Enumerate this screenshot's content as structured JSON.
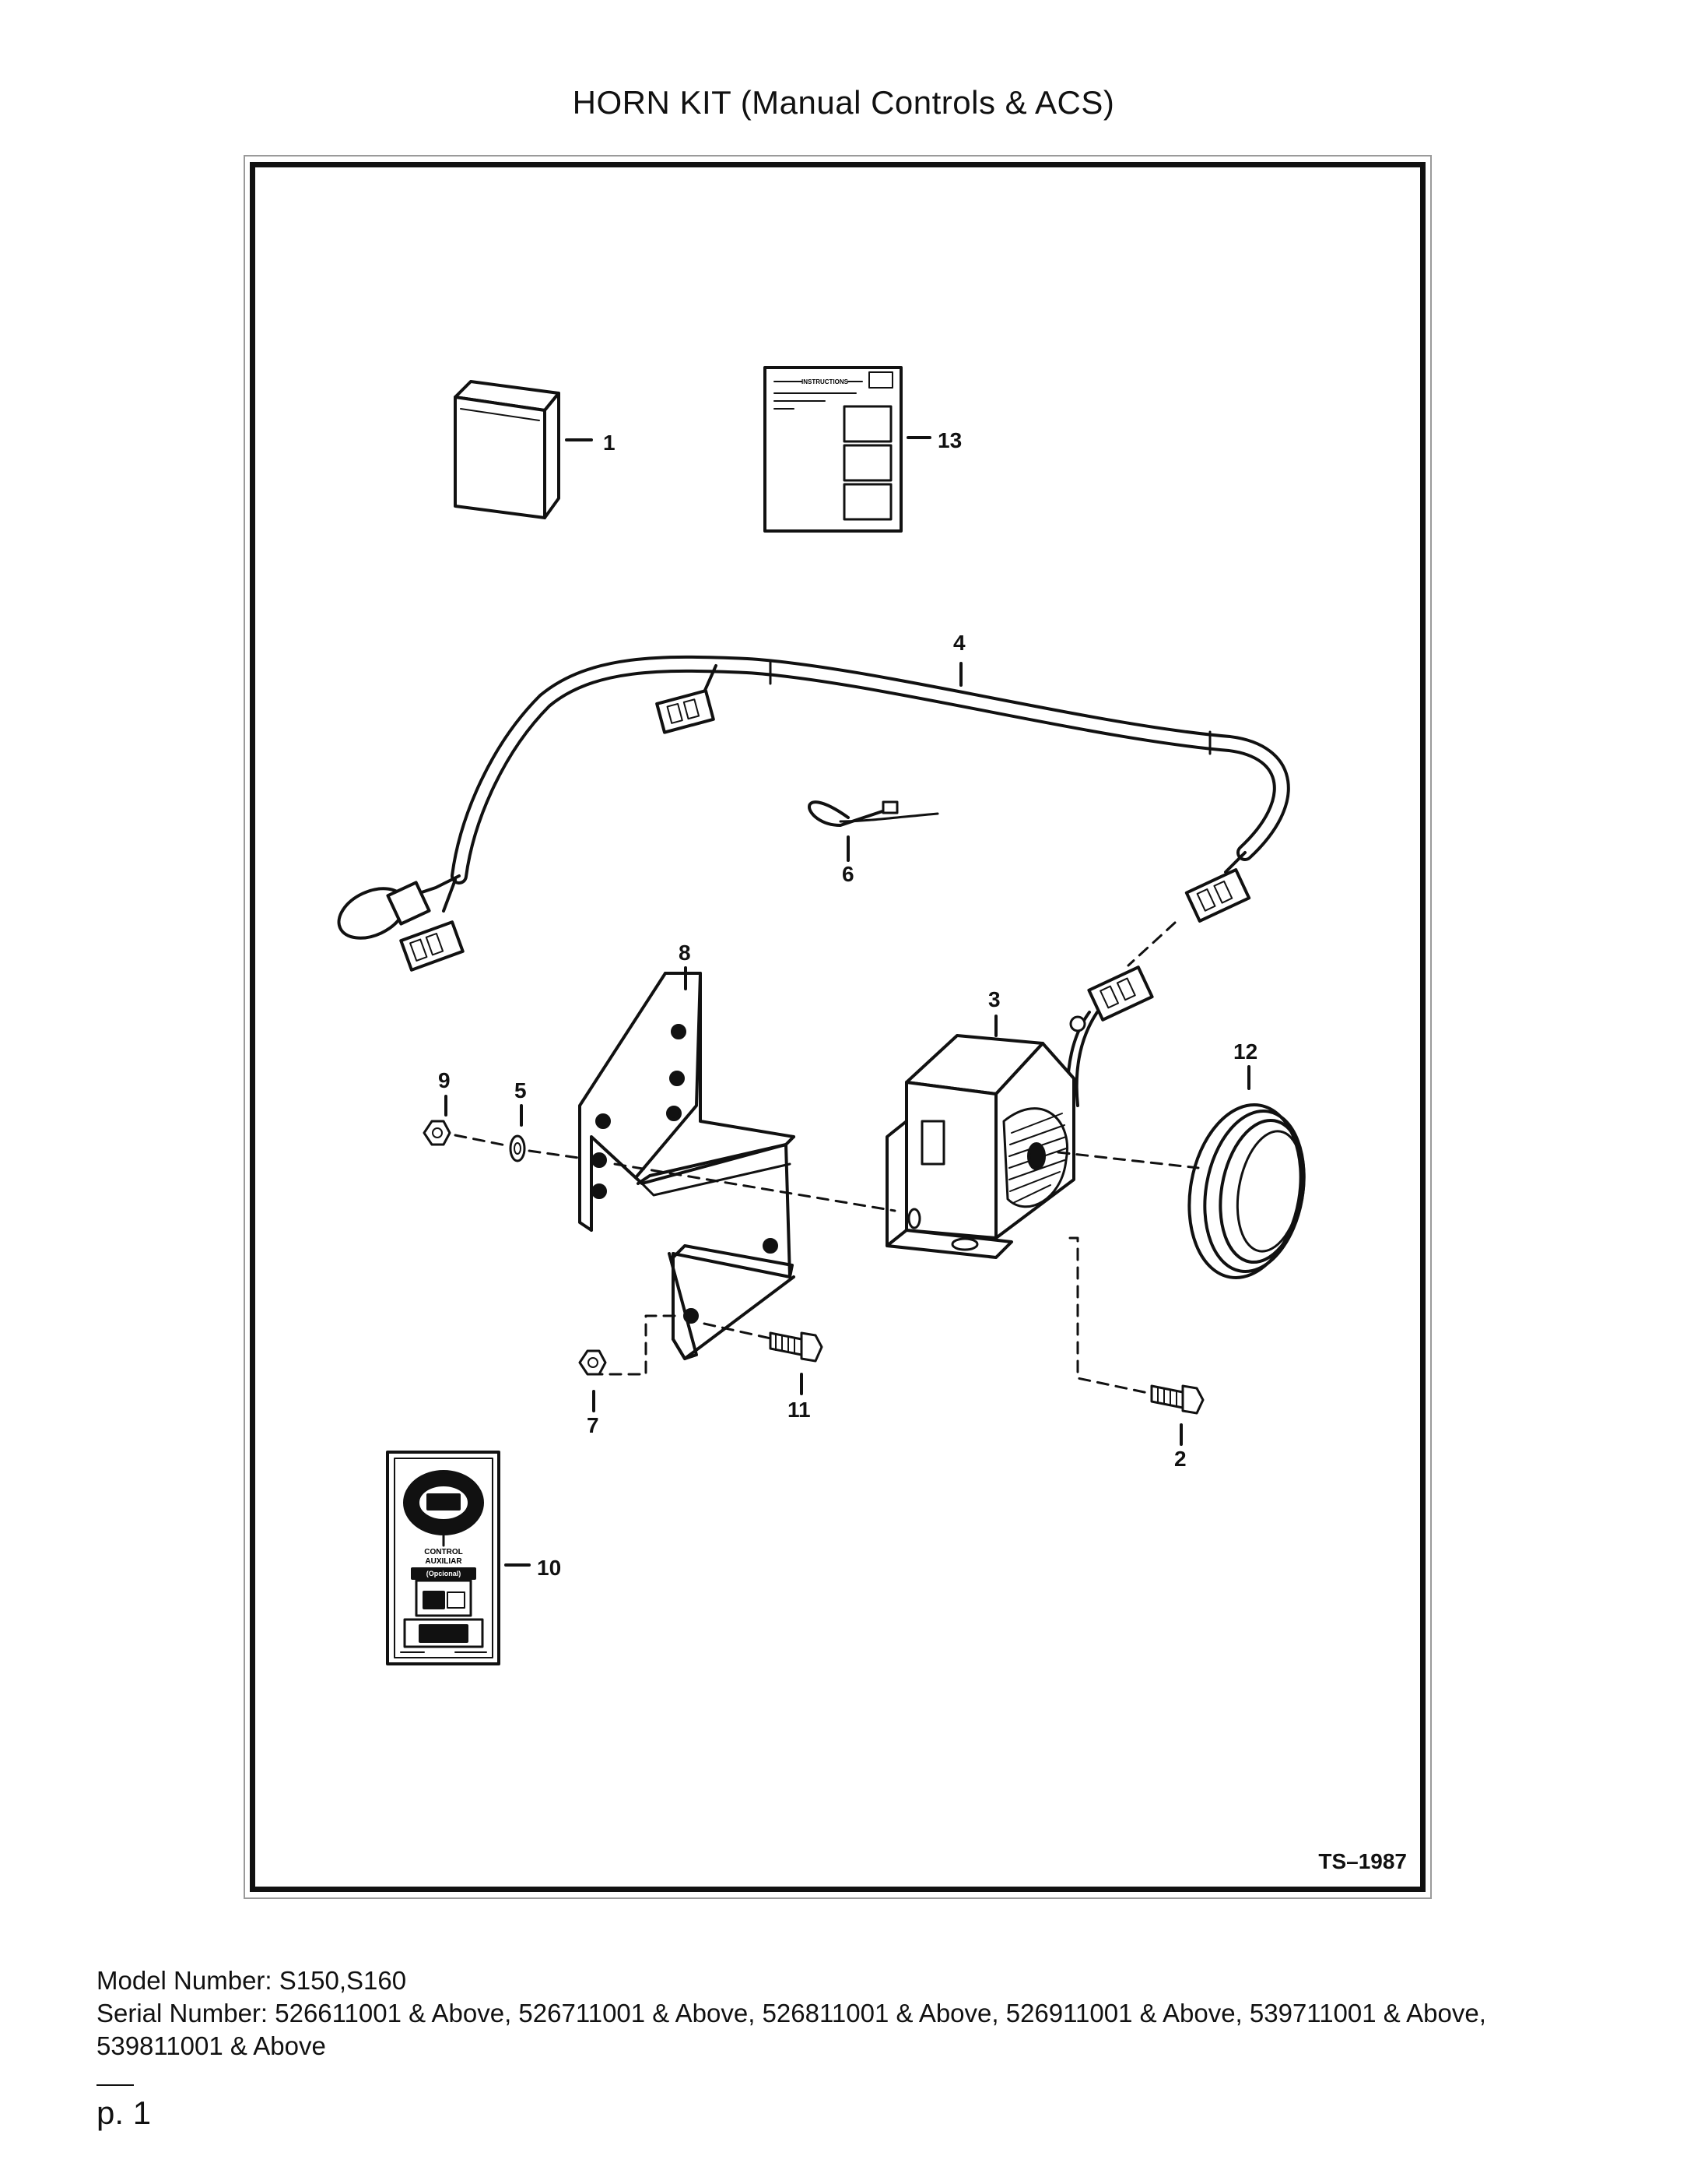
{
  "page": {
    "title": "HORN KIT (Manual Controls & ACS)",
    "drawing_id": "TS–1987",
    "model_line": "Model Number: S150,S160",
    "serial_line": "Serial Number: 526611001 & Above, 526711001 & Above, 526811001 & Above, 526911001 & Above, 539711001 & Above, 539811001 & Above",
    "page_number": "p. 1"
  },
  "callouts": [
    "1",
    "2",
    "3",
    "4",
    "5",
    "6",
    "7",
    "8",
    "9",
    "10",
    "11",
    "12",
    "13"
  ],
  "instruction_sheet_heading": "INSTRUCTIONS",
  "decal_text": [
    "CONTROL",
    "AUXILIAR",
    "(Opcional)"
  ]
}
